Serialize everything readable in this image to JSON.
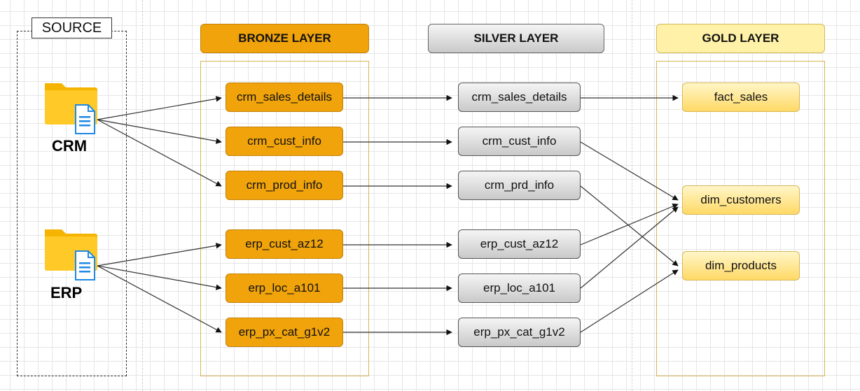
{
  "source": {
    "label": "SOURCE",
    "systems": [
      {
        "name": "CRM",
        "icon": "folder-document-icon"
      },
      {
        "name": "ERP",
        "icon": "folder-document-icon"
      }
    ]
  },
  "layers": {
    "bronze": {
      "title": "BRONZE LAYER",
      "color": "#f0a30a"
    },
    "silver": {
      "title": "SILVER LAYER",
      "color": "#d0d0d0"
    },
    "gold": {
      "title": "GOLD LAYER",
      "color": "#ffe680"
    }
  },
  "bronze_tables": [
    "crm_sales_details",
    "crm_cust_info",
    "crm_prod_info",
    "erp_cust_az12",
    "erp_loc_a101",
    "erp_px_cat_g1v2"
  ],
  "silver_tables": [
    "crm_sales_details",
    "crm_cust_info",
    "crm_prd_info",
    "erp_cust_az12",
    "erp_loc_a101",
    "erp_px_cat_g1v2"
  ],
  "gold_tables": [
    "fact_sales",
    "dim_customers",
    "dim_products"
  ],
  "edges": [
    [
      "CRM",
      "crm_sales_details"
    ],
    [
      "CRM",
      "crm_cust_info"
    ],
    [
      "CRM",
      "crm_prod_info"
    ],
    [
      "ERP",
      "erp_cust_az12"
    ],
    [
      "ERP",
      "erp_loc_a101"
    ],
    [
      "ERP",
      "erp_px_cat_g1v2"
    ],
    [
      "bronze:crm_sales_details",
      "silver:crm_sales_details"
    ],
    [
      "bronze:crm_cust_info",
      "silver:crm_cust_info"
    ],
    [
      "bronze:crm_prod_info",
      "silver:crm_prd_info"
    ],
    [
      "bronze:erp_cust_az12",
      "silver:erp_cust_az12"
    ],
    [
      "bronze:erp_loc_a101",
      "silver:erp_loc_a101"
    ],
    [
      "bronze:erp_px_cat_g1v2",
      "silver:erp_px_cat_g1v2"
    ],
    [
      "silver:crm_sales_details",
      "gold:fact_sales"
    ],
    [
      "silver:crm_cust_info",
      "gold:dim_customers"
    ],
    [
      "silver:erp_cust_az12",
      "gold:dim_customers"
    ],
    [
      "silver:erp_loc_a101",
      "gold:dim_customers"
    ],
    [
      "silver:crm_prd_info",
      "gold:dim_products"
    ],
    [
      "silver:erp_px_cat_g1v2",
      "gold:dim_products"
    ]
  ]
}
